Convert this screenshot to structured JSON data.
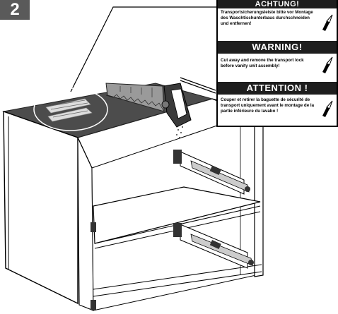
{
  "step": {
    "number": "2"
  },
  "warnings": [
    {
      "heading": "ACHTUNG!",
      "text": "Transportsicherungsleiste bitte vor Montage des Waschtischunterbaus durchschneiden und entfernen!",
      "icon": "cutter-knife-icon"
    },
    {
      "heading": "WARNING!",
      "text": "Cut away and remove the transport lock before vanity unit assembly!",
      "icon": "cutter-knife-icon"
    },
    {
      "heading": "ATTENTION !",
      "text": "Couper et retirer la baguette de sécurité de transport uniquement avant le montage de la partie inférieure du lavabo !",
      "icon": "cutter-knife-icon"
    }
  ],
  "colors": {
    "badge": "#5a5a5a",
    "header": "#1e1e1e",
    "line": "#000000",
    "panel_top": "#4a4a4a"
  }
}
